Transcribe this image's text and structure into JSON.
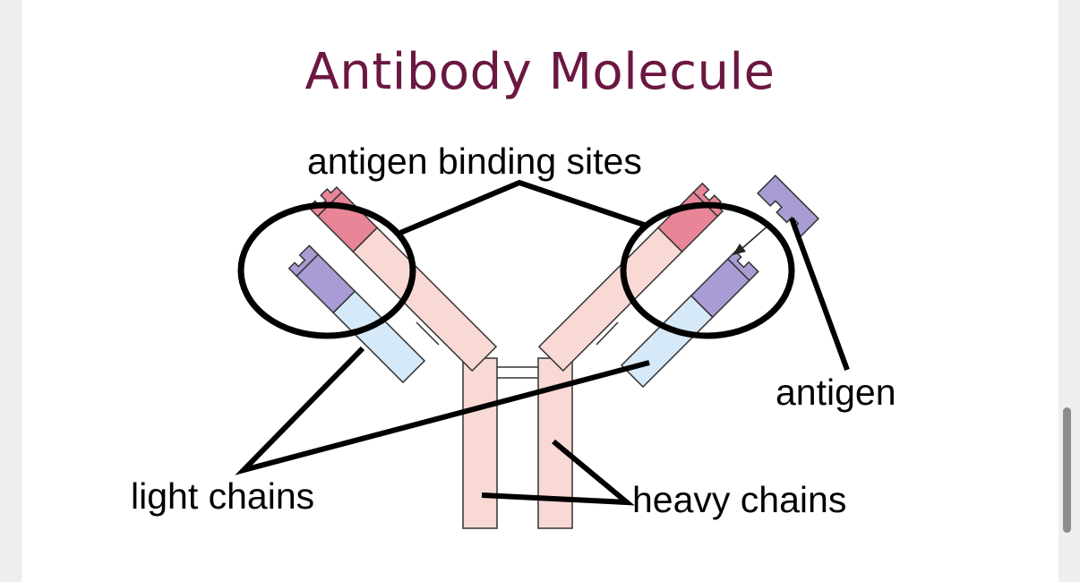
{
  "title": "Antibody Molecule",
  "labels": {
    "binding_sites": "antigen binding sites",
    "antigen": "antigen",
    "light_chains": "light chains",
    "heavy_chains": "heavy chains"
  },
  "colors": {
    "title": "#6b1742",
    "heavy_constant": "#f8d9d4",
    "heavy_variable": "#e88597",
    "light_constant": "#d5e9f8",
    "light_variable": "#a99bd3",
    "antigen": "#a99bd3",
    "lines": "#000000"
  }
}
